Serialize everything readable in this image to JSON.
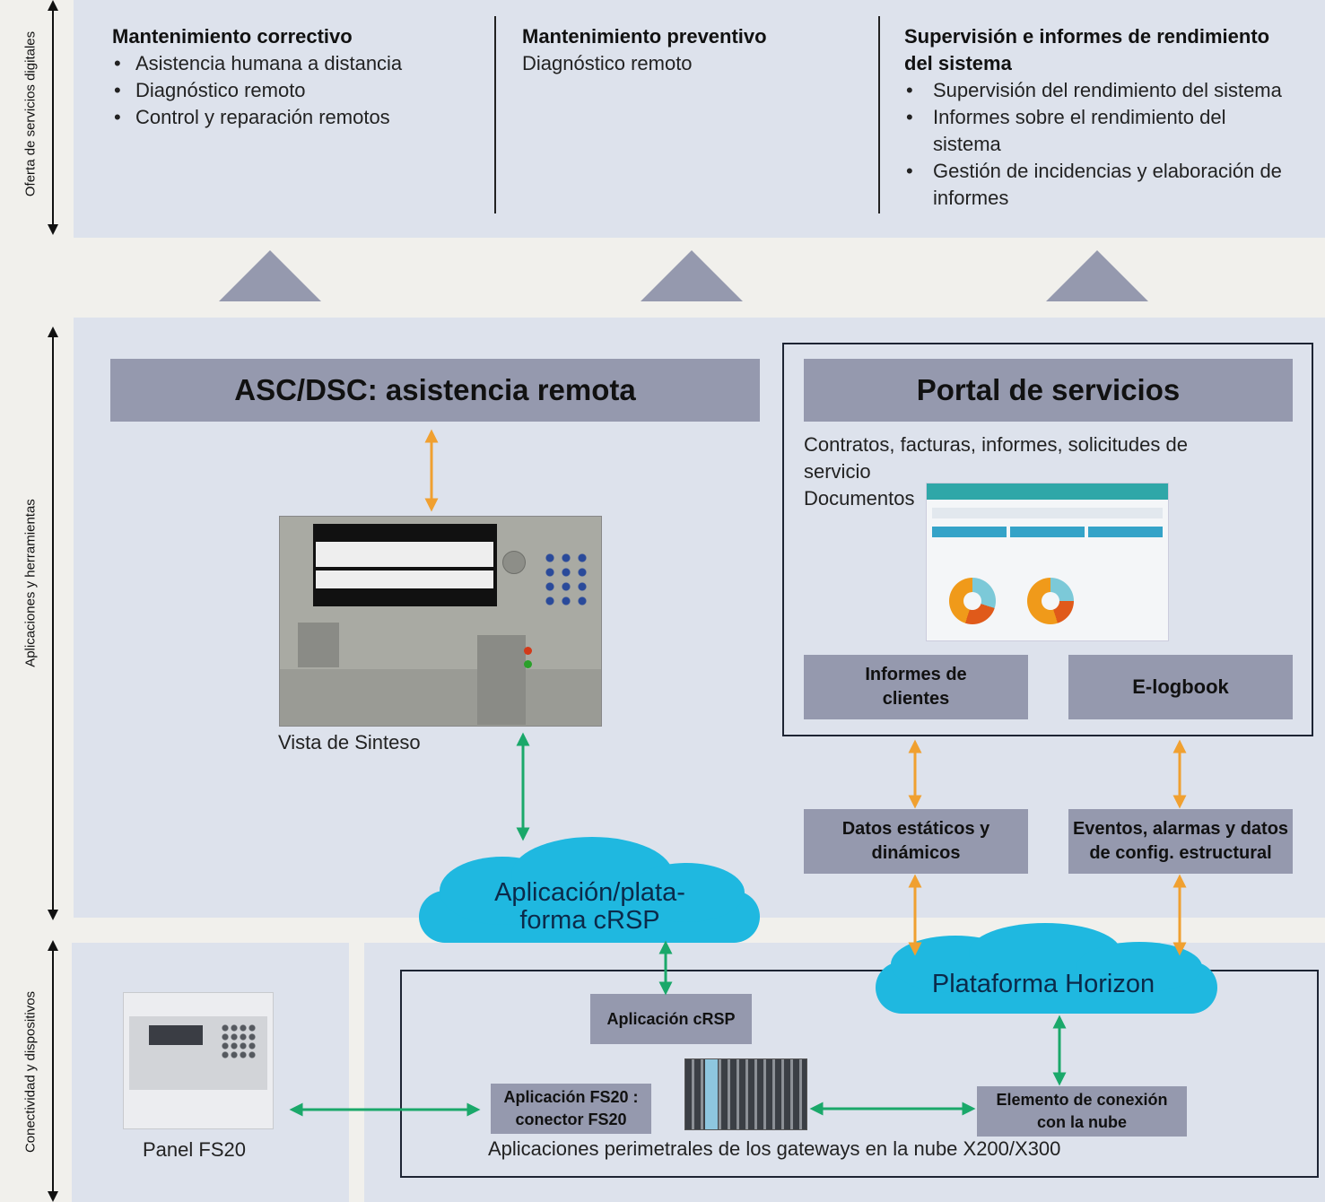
{
  "axis_labels": {
    "top": "Oferta de servicios digitales",
    "middle": "Aplicaciones y herramientas",
    "bottom": "Conectividad y dispositivos"
  },
  "services": [
    {
      "title": "Mantenimiento correctivo",
      "items": [
        "Asistencia humana a distancia",
        "Diagnóstico remoto",
        "Control y reparación remotos"
      ]
    },
    {
      "title": "Mantenimiento preventivo",
      "subtitle": "Diagnóstico remoto"
    },
    {
      "title_line1": "Supervisión e informes de rendimiento",
      "title_line2": "del sistema",
      "items": [
        "Supervisión del rendimiento del sistema",
        "Informes sobre el rendimiento del",
        "sistema",
        "Gestión de incidencias y elaboración de",
        "informes"
      ]
    }
  ],
  "asc": {
    "title": "ASC/DSC: asistencia remota",
    "screenshot_caption": "Vista de Sinteso"
  },
  "portal": {
    "title": "Portal de servicios",
    "desc_line1": "Contratos, facturas, informes, solicitudes de",
    "desc_line2": "servicio",
    "desc_line3": "Documentos",
    "reports_line1": "Informes de",
    "reports_line2": "clientes",
    "elogbook": "E-logbook"
  },
  "data_boxes": {
    "static_line1": "Datos estáticos y",
    "static_line2": "dinámicos",
    "events_line1": "Eventos, alarmas y datos",
    "events_line2": "de config. estructural"
  },
  "clouds": {
    "crsp_line1": "Aplicación/plata-",
    "crsp_line2": "forma cRSP",
    "horizon": "Plataforma Horizon"
  },
  "devices": {
    "panel_caption": "Panel FS20",
    "crsp_app": "Aplicación cRSP",
    "fs20_line1": "Aplicación FS20 :",
    "fs20_line2": "conector FS20",
    "cloud_conn_line1": "Elemento de conexión",
    "cloud_conn_line2": "con la nube",
    "gateway_caption": "Aplicaciones perimetrales de los gateways en la nube X200/X300"
  },
  "colors": {
    "panel_bg": "#dde2ec",
    "box_fill": "#9599ae",
    "cloud": "#1fb8e0",
    "arrow_orange": "#f0a030",
    "arrow_green": "#1aa86a"
  }
}
